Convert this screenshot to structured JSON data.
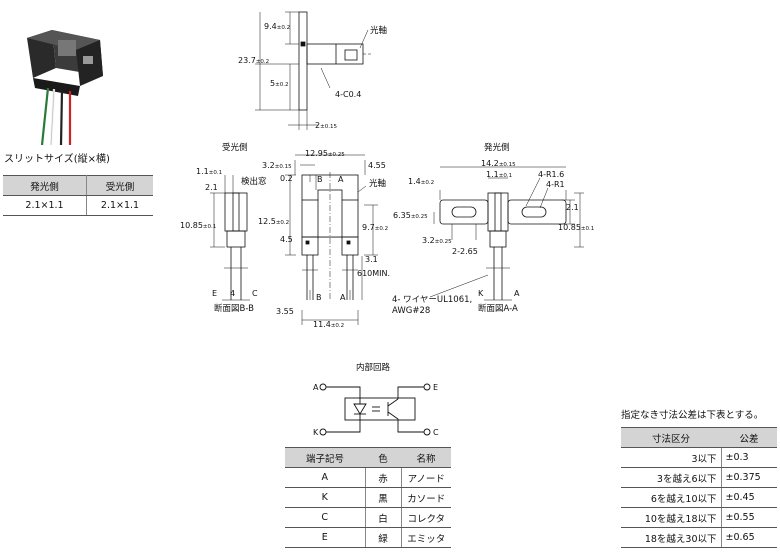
{
  "slit": {
    "title": "スリットサイズ(縦×横)",
    "headers": [
      "発光側",
      "受光側"
    ],
    "values": [
      "2.1×1.1",
      "2.1×1.1"
    ]
  },
  "circuit": {
    "title": "内部回路",
    "terminals": [
      "A",
      "K",
      "E",
      "C"
    ]
  },
  "terminal_table": {
    "headers": [
      "端子記号",
      "色",
      "名称"
    ],
    "rows": [
      [
        "A",
        "赤",
        "アノード"
      ],
      [
        "K",
        "黒",
        "カソード"
      ],
      [
        "C",
        "白",
        "コレクタ"
      ],
      [
        "E",
        "緑",
        "エミッタ"
      ]
    ]
  },
  "tolerance": {
    "note": "指定なき寸法公差は下表とする。",
    "headers": [
      "寸法区分",
      "公差"
    ],
    "rows": [
      [
        "3以下",
        "±0.3"
      ],
      [
        "3を越え6以下",
        "±0.375"
      ],
      [
        "6を越え10以下",
        "±0.45"
      ],
      [
        "10を越え18以下",
        "±0.55"
      ],
      [
        "18を越え30以下",
        "±0.65"
      ]
    ]
  },
  "side_view": {
    "dims": [
      "9.4",
      "±0.2",
      "23.7",
      "±0.2",
      "5",
      "±0.2",
      "4-C0.4",
      "2",
      "±0.15"
    ],
    "label": "光軸"
  },
  "front_view": {
    "receiver_label": "受光側",
    "emitter_label": "発光側",
    "optical_axis": "光軸",
    "window": "検出窓",
    "section_bb": "断面図B-B",
    "section_aa": "断面図A-A",
    "dims": {
      "d1": "1.1",
      "d1t": "±0.1",
      "d2": "2.1",
      "d3": "10.85",
      "d3t": "±0.1",
      "d4": "4",
      "d5": "12.95",
      "d5t": "±0.25",
      "d6": "3.2",
      "d6t": "±0.15",
      "d7": "4.55",
      "d8": "0.2",
      "d9": "12.5",
      "d9t": "±0.2",
      "d10": "9.7",
      "d10t": "±0.2",
      "d11": "4.5",
      "d12": "3.1",
      "d13": "610MIN.",
      "d14": "3.55",
      "d15": "11.4",
      "d15t": "±0.2",
      "d16": "14.2",
      "d16t": "±0.15",
      "d17": "1.1",
      "d17t": "±0.1",
      "d18": "4-R1.6",
      "d19": "4-R1",
      "d20": "1.4",
      "d20t": "±0.2",
      "d21": "6.35",
      "d21t": "±0.25",
      "d22": "3.2",
      "d22t": "±0.25",
      "d23": "2-2.65",
      "d24": "2.1",
      "d25": "10.85",
      "d25t": "±0.1"
    },
    "wire_note": [
      "4- ワイヤーUL1061,",
      "AWG#28"
    ],
    "pins_bb": [
      "E",
      "C"
    ],
    "pins_aa": [
      "K",
      "A"
    ],
    "section_marks": [
      "B",
      "A",
      "B",
      "A"
    ]
  }
}
